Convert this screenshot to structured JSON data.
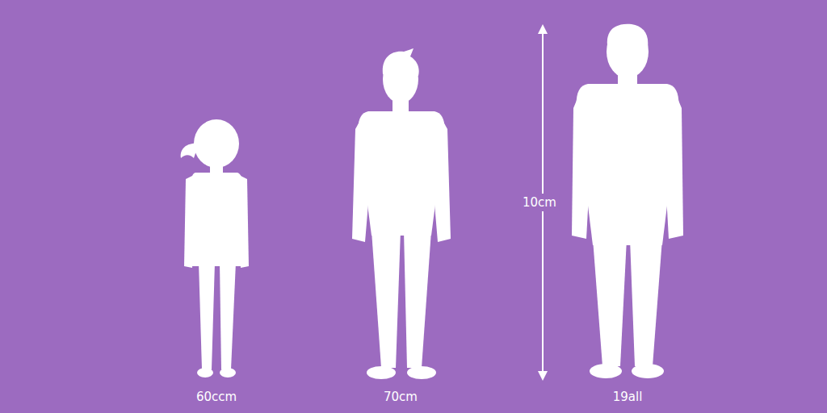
{
  "diagram": {
    "labels": [
      "60ccm",
      "70cm",
      "10cm",
      "19all"
    ]
  }
}
